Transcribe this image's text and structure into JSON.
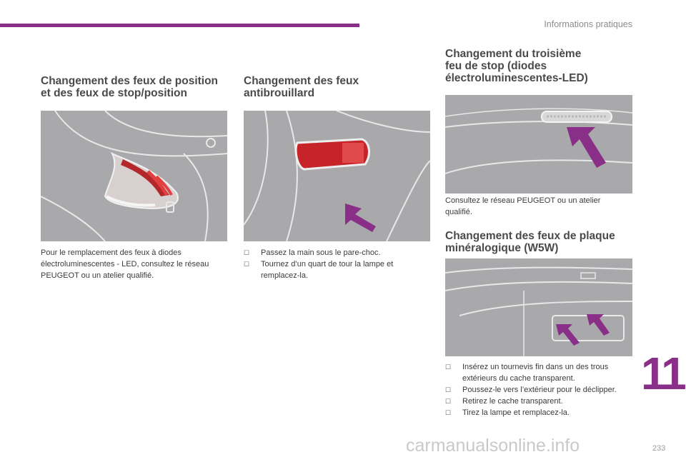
{
  "header": {
    "section_title": "Informations pratiques"
  },
  "columns": [
    {
      "title_line1": "Changement des feux de position",
      "title_line2": "et des feux de stop/position",
      "text": "Pour le remplacement des feux à diodes électroluminescentes - LED, consultez le réseau PEUGEOT ou un atelier qualifié."
    },
    {
      "title_line1": "Changement des feux",
      "title_line2": "antibrouillard",
      "bullets": [
        "Passez la main sous le pare-choc.",
        "Tournez d’un quart de tour la lampe et remplacez-la."
      ]
    },
    {
      "title_line1": "Changement du troisième",
      "title_line2": "feu de stop (diodes",
      "title_line3": "électroluminescentes-LED)",
      "text": "Consultez le réseau PEUGEOT ou un atelier qualifié.",
      "sub_title_line1": "Changement des feux de plaque",
      "sub_title_line2": "minéralogique (W5W)",
      "bullets": [
        "Insérez un tournevis fin dans un des trous extérieurs du cache transparent.",
        "Poussez-le vers l’extérieur pour le déclipper.",
        "Retirez le cache transparent.",
        "Tirez la lampe et remplacez-la."
      ]
    }
  ],
  "bullet_icon": "checkbox-icon",
  "chapter_number": "11",
  "page_number": "233",
  "watermark": "carmanualsonline.info",
  "colors": {
    "accent": "#8a2f88",
    "photo_bg": "#a9a9ab"
  }
}
